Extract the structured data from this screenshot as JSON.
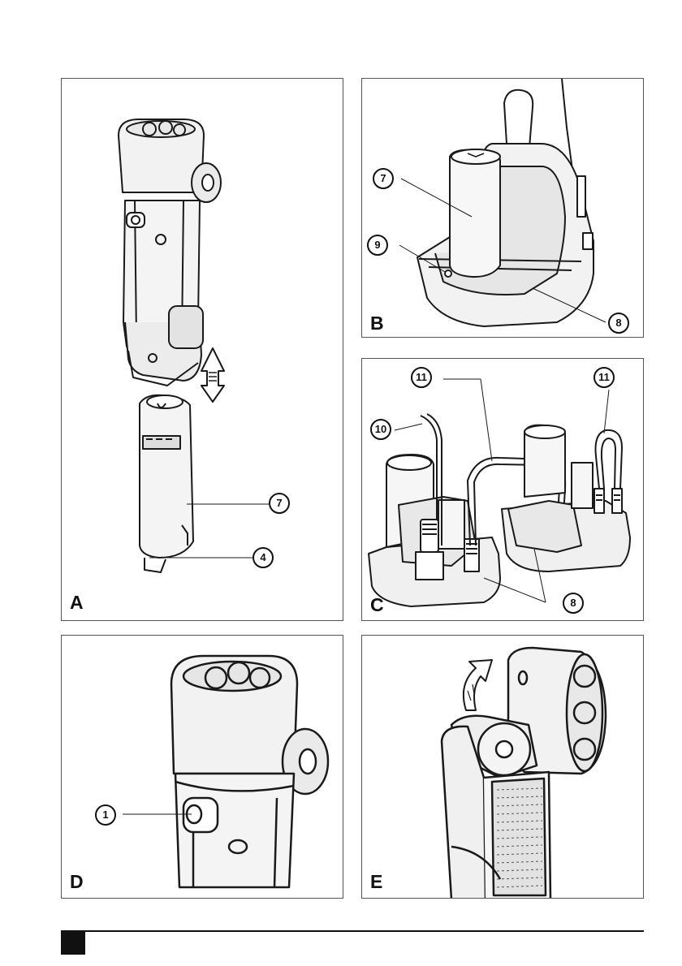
{
  "panels": {
    "A": {
      "letter": "A",
      "callouts": [
        "7",
        "4"
      ]
    },
    "B": {
      "letter": "B",
      "callouts": [
        "7",
        "9",
        "8"
      ]
    },
    "C": {
      "letter": "C",
      "callouts": [
        "11",
        "11",
        "10",
        "8"
      ]
    },
    "D": {
      "letter": "D",
      "callouts": [
        "1"
      ]
    },
    "E": {
      "letter": "E",
      "callouts": []
    }
  },
  "icons": [
    "double-arrow-icon",
    "rotate-arrow-icon"
  ]
}
